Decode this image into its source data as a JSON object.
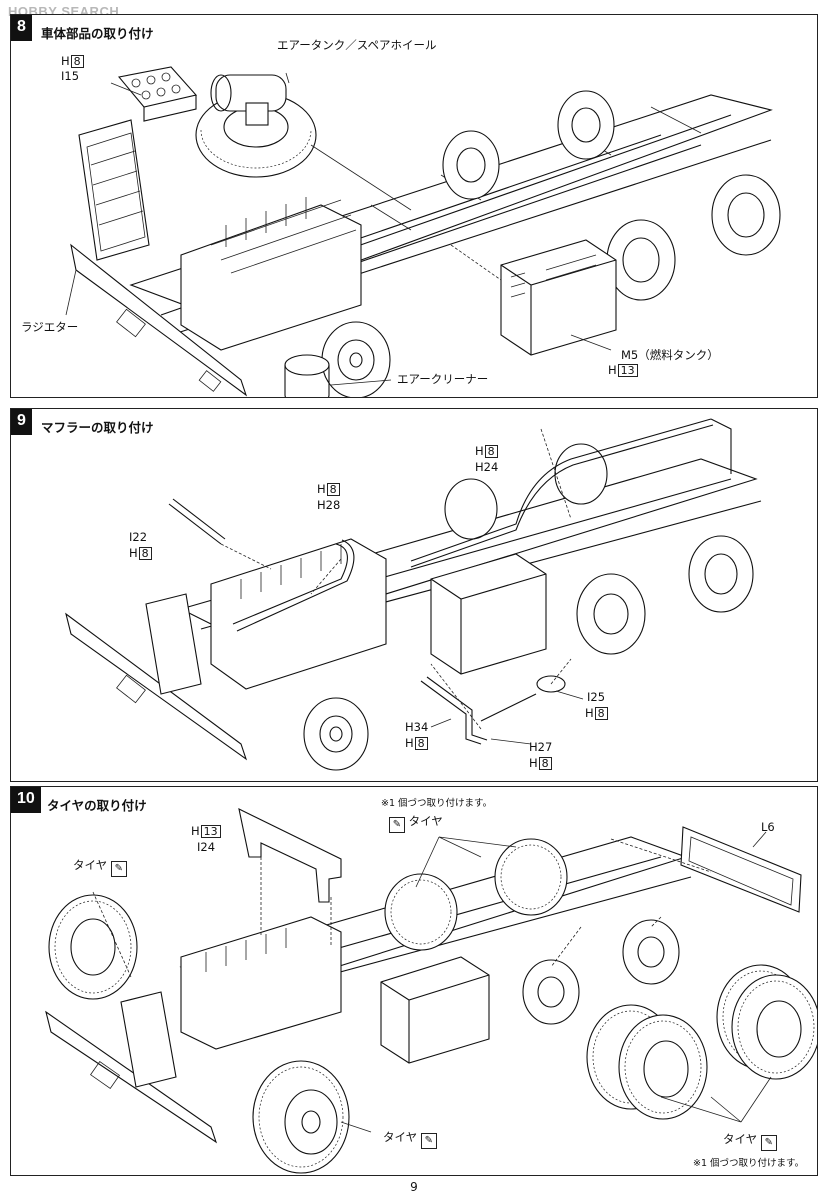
{
  "watermark": "HOBBY SEARCH",
  "page_number": "9",
  "steps": [
    {
      "number": "8",
      "title": "車体部品の取り付け",
      "labels": {
        "air_tank": "エアータンク／スペアホイール",
        "h8_top": "H",
        "h8_top_num": "8",
        "i15": "I15",
        "radiator": "ラジエター",
        "m5": "M5（燃料タンク）",
        "h13": "H",
        "h13_num": "13",
        "air_cleaner": "エアークリーナー"
      }
    },
    {
      "number": "9",
      "title": "マフラーの取り付け",
      "labels": {
        "h8_a": "H",
        "h8_a_num": "8",
        "h24": "H24",
        "h8_b": "H",
        "h8_b_num": "8",
        "h28": "H28",
        "i22": "I22",
        "h8_c": "H",
        "h8_c_num": "8",
        "i25": "I25",
        "h8_d": "H",
        "h8_d_num": "8",
        "h34": "H34",
        "h8_e": "H",
        "h8_e_num": "8",
        "h27": "H27",
        "h8_f": "H",
        "h8_f_num": "8"
      }
    },
    {
      "number": "10",
      "title": "タイヤの取り付け",
      "labels": {
        "note_top": "※1 個づつ取り付けます。",
        "tire_top": "タイヤ",
        "h13": "H",
        "h13_num": "13",
        "i24": "I24",
        "l6": "L6",
        "tire_left": "タイヤ",
        "tire_front": "タイヤ",
        "tire_bottom": "タイヤ",
        "note_bottom": "※1 個づつ取り付けます。"
      }
    }
  ]
}
